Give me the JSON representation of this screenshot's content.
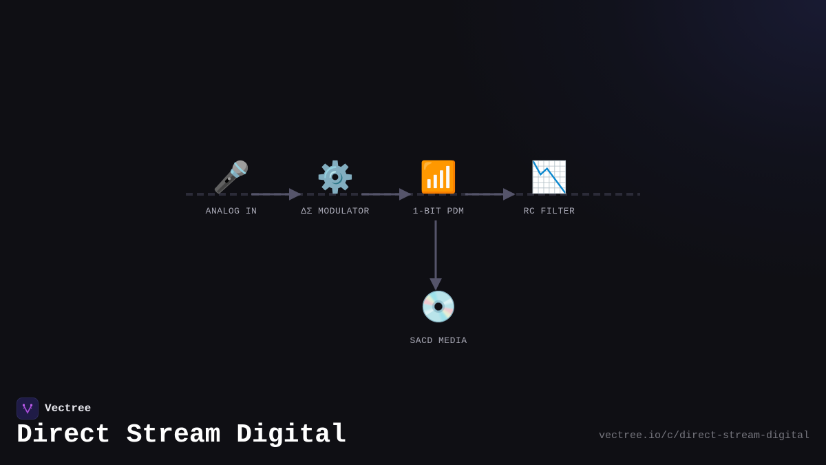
{
  "diagram": {
    "nodes": [
      {
        "id": "analog-in",
        "label": "ANALOG IN",
        "icon": "microphone-icon",
        "glyph": "🎤"
      },
      {
        "id": "modulator",
        "label": "ΔΣ MODULATOR",
        "icon": "gear-icon",
        "glyph": "⚙️"
      },
      {
        "id": "pdm",
        "label": "1-BIT PDM",
        "icon": "signal-bars-icon",
        "glyph": "📶"
      },
      {
        "id": "rc-filter",
        "label": "RC FILTER",
        "icon": "chart-decreasing-icon",
        "glyph": "📉"
      },
      {
        "id": "sacd-media",
        "label": "SACD MEDIA",
        "icon": "optical-disc-icon",
        "glyph": "💿"
      }
    ],
    "edges": [
      {
        "from": "analog-in",
        "to": "modulator"
      },
      {
        "from": "modulator",
        "to": "pdm"
      },
      {
        "from": "pdm",
        "to": "rc-filter"
      },
      {
        "from": "pdm",
        "to": "sacd-media"
      }
    ],
    "colors": {
      "edge": "#55546a",
      "dashed_track": "#2b2b38",
      "label": "#a9a9b6"
    }
  },
  "brand": {
    "name": "Vectree",
    "logo_icon": "vectree-logo-icon",
    "logo_color": "#a64bd6"
  },
  "title": "Direct Stream Digital",
  "url": "vectree.io/c/direct-stream-digital"
}
